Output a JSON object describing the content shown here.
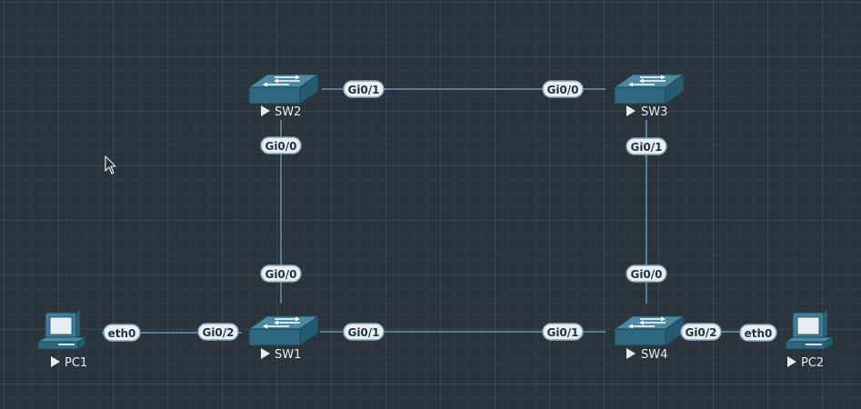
{
  "colors": {
    "canvas_bg": "#2b343b",
    "link": "#4f7f99",
    "port_label_bg": "#e9eef1",
    "port_label_border": "#7fa4b8",
    "port_label_text": "#1f3544",
    "device_label_text": "#e6ebee",
    "switch_top": "#4d8aa2",
    "switch_front": "#2f6780",
    "pc_body": "#3f7e99"
  },
  "devices": [
    {
      "id": "sw1",
      "type": "switch",
      "name": "SW1",
      "icon": "switch-icon"
    },
    {
      "id": "sw2",
      "type": "switch",
      "name": "SW2",
      "icon": "switch-icon"
    },
    {
      "id": "sw3",
      "type": "switch",
      "name": "SW3",
      "icon": "switch-icon"
    },
    {
      "id": "sw4",
      "type": "switch",
      "name": "SW4",
      "icon": "switch-icon"
    },
    {
      "id": "pc1",
      "type": "pc",
      "name": "PC1",
      "icon": "pc-icon"
    },
    {
      "id": "pc2",
      "type": "pc",
      "name": "PC2",
      "icon": "pc-icon"
    }
  ],
  "links": [
    {
      "id": "sw2-sw3",
      "a": "sw2",
      "a_port": "Gi0/1",
      "b": "sw3",
      "b_port": "Gi0/0"
    },
    {
      "id": "sw2-sw1",
      "a": "sw2",
      "a_port": "Gi0/0",
      "b": "sw1",
      "b_port": "Gi0/0"
    },
    {
      "id": "sw3-sw4",
      "a": "sw3",
      "a_port": "Gi0/1",
      "b": "sw4",
      "b_port": "Gi0/0"
    },
    {
      "id": "sw1-sw4",
      "a": "sw1",
      "a_port": "Gi0/1",
      "b": "sw4",
      "b_port": "Gi0/1"
    },
    {
      "id": "pc1-sw1",
      "a": "pc1",
      "a_port": "eth0",
      "b": "sw1",
      "b_port": "Gi0/2"
    },
    {
      "id": "sw4-pc2",
      "a": "sw4",
      "a_port": "Gi0/2",
      "b": "pc2",
      "b_port": "eth0"
    }
  ],
  "cursor": {
    "icon": "mouse-pointer-icon"
  }
}
